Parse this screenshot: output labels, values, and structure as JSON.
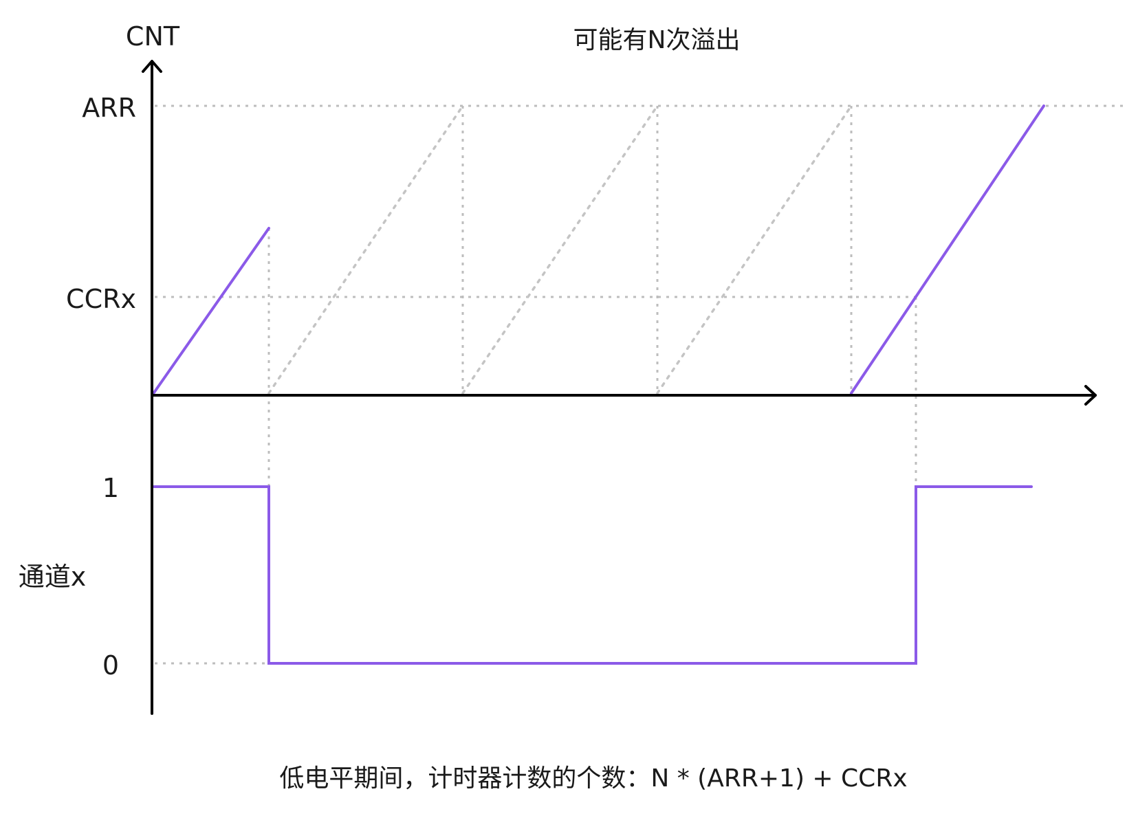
{
  "diagram": {
    "title": "可能有N次溢出",
    "caption": "低电平期间，计时器计数的个数：N * (ARR+1) + CCRx",
    "y_axis_label": "CNT",
    "levels": {
      "arr": "ARR",
      "ccrx": "CCRx"
    },
    "channel": {
      "label": "通道x",
      "high": "1",
      "low": "0"
    },
    "colors": {
      "signal": "#8b5ae8",
      "axis": "#000000",
      "guide": "#bdbdbd"
    }
  }
}
